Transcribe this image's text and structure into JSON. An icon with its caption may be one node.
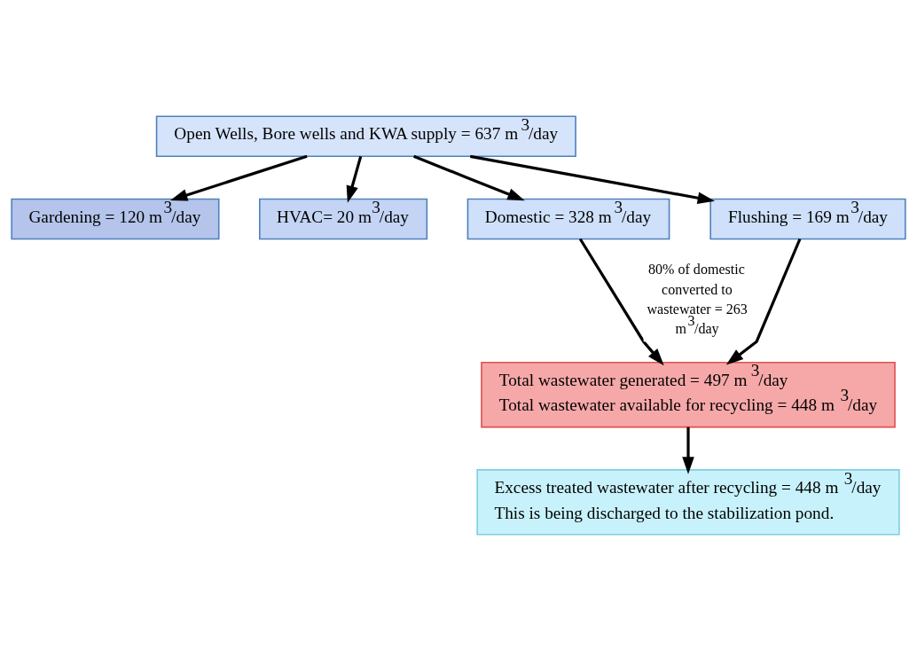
{
  "diagram": {
    "nodes": [
      {
        "text": [
          "Open Wells, Bore wells and KWA supply = 637 m$^{3}$/day"
        ]
      },
      {
        "text": [
          "Gardening = 120 m$^{3}$/day"
        ]
      },
      {
        "text": [
          "HVAC= 20 m$^{3}$/day"
        ]
      },
      {
        "text": [
          "Domestic = 328 m$^{3}$/day"
        ]
      },
      {
        "text": [
          "Flushing = 169 m$^{3}$/day"
        ]
      },
      {
        "text": [
          "Total wastewater generated = 497 m$^{3}$/day",
          "Total wastewater available for recycling = 448 m$^{3}$/day"
        ]
      },
      {
        "text": [
          "Excess treated wastewater after recycling = 448 m$^{3}$/day",
          "This is being discharged to the stabilization pond."
        ]
      }
    ],
    "edges": [
      {
        "from": 0,
        "to": 1,
        "arrow": "to"
      },
      {
        "from": 0,
        "to": 2,
        "arrow": "to"
      },
      {
        "from": 0,
        "to": 3,
        "arrow": "to"
      },
      {
        "from": 0,
        "to": 4,
        "arrow": "to"
      },
      {
        "from": 3,
        "to": 5,
        "arrow": "to",
        "label": "80% of domestic converted to wastewater = 263 m$^{3}$/day"
      },
      {
        "from": 4,
        "to": 5,
        "arrow": "to"
      },
      {
        "from": 5,
        "to": 6,
        "arrow": "to"
      }
    ]
  }
}
